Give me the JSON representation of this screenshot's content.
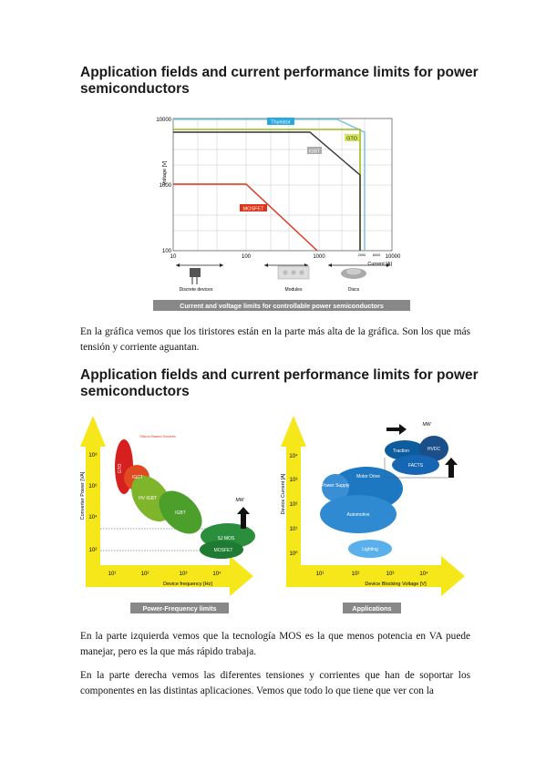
{
  "heading1": {
    "line1": "Application fields and current performance limits for power",
    "line2": "semiconductors"
  },
  "heading2": {
    "line1": "Application fields and current performance limits for power",
    "line2": "semiconductors"
  },
  "chart1": {
    "y_label": "Voltage [V]",
    "x_label": "Current [A]",
    "y_ticks": [
      "10000",
      "1000",
      "100"
    ],
    "x_ticks": [
      "10",
      "100",
      "1000",
      "10000"
    ],
    "x_small_ticks": [
      "2000",
      "6000"
    ],
    "labels": {
      "thyristor": "Thyristor",
      "gto": "GTO",
      "igbt": "IGBT",
      "mosfet": "MOSFET"
    },
    "devices": {
      "discrete": "Discrete devices",
      "modules": "Modules",
      "discs": "Discs"
    },
    "caption": "Current and voltage limits for controllable power semiconductors"
  },
  "para1": "En la gráfica vemos que los tiristores están en la parte más alta de la gráfica. Son los que más tensión y corriente aguantan.",
  "chart2": {
    "y_label": "Converter Power [VA]",
    "x_label": "Device frequency [Hz]",
    "y_ticks": [
      "10⁸",
      "10⁶",
      "10⁴",
      "10²"
    ],
    "x_ticks": [
      "10¹",
      "10²",
      "10³",
      "10⁴"
    ],
    "note": "Silicon Based Devices",
    "blobs": [
      "GTO",
      "IGCT",
      "HV IGBT",
      "IGBT",
      "SJ MOS",
      "MOSFET"
    ],
    "mw": "MW",
    "caption": "Power-Frequency limits"
  },
  "chart3": {
    "y_label": "Device Current [A]",
    "x_label": "Device Blocking Voltage [V]",
    "y_ticks": [
      "10⁴",
      "10³",
      "10²",
      "10¹",
      "10⁰"
    ],
    "x_ticks": [
      "10¹",
      "10²",
      "10³",
      "10⁴"
    ],
    "blobs": [
      "Traction",
      "HVDC",
      "FACTS",
      "Motor Drive",
      "Power Supply",
      "Automotive",
      "Lighting"
    ],
    "mw": "MW",
    "caption": "Applications"
  },
  "para2": "En la parte izquierda vemos que la tecnología MOS es la que menos potencia en VA puede manejar, pero es la que más rápido trabaja.",
  "para3": "En la parte derecha vemos las diferentes tensiones y corrientes que han de soportar los componentes en las distintas aplicaciones. Vemos que todo lo que tiene que ver con la",
  "colors": {
    "thyristor": "#7ec8e3",
    "gto": "#9bbb1e",
    "igbt": "#333333",
    "mosfet": "#e0331a",
    "arrow": "#f0e000",
    "caption_bg": "#888888"
  }
}
